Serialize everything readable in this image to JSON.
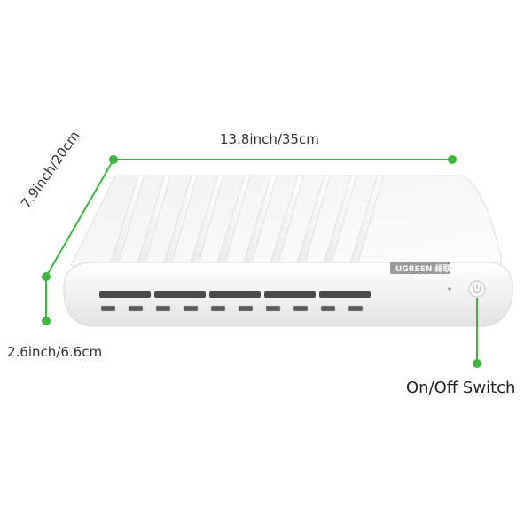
{
  "dimensions": {
    "width": "13.8inch/35cm",
    "depth": "7.9inch/20cm",
    "height": "2.6inch/6.6cm"
  },
  "callouts": {
    "switch": "On/Off Switch"
  },
  "product": {
    "brand": "UGREEN 绿联",
    "slot_count": 10,
    "usb_port_count": 10
  },
  "colors": {
    "accent": "#3db83d",
    "device_body": "#f4f4f4",
    "slot_dark": "#4a4a4a"
  }
}
